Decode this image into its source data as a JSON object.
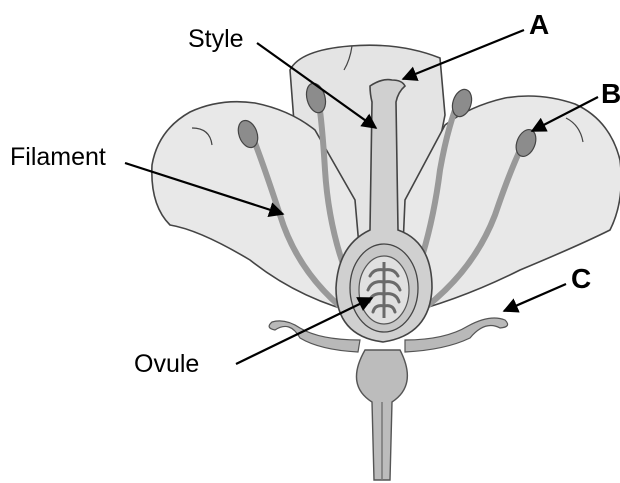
{
  "labels": {
    "style": "Style",
    "filament": "Filament",
    "ovule": "Ovule",
    "a": "A",
    "b": "B",
    "c": "C"
  },
  "colors": {
    "petal_fill": "#e6e6e6",
    "petal_back": "#d8d8d8",
    "outline": "#444444",
    "filament": "#9a9a9a",
    "anther": "#8c8c8c",
    "pistil": "#d0d0d0",
    "ovary_inner": "#b5b5b5",
    "stem": "#b9b9b9",
    "pointer": "#000000"
  }
}
